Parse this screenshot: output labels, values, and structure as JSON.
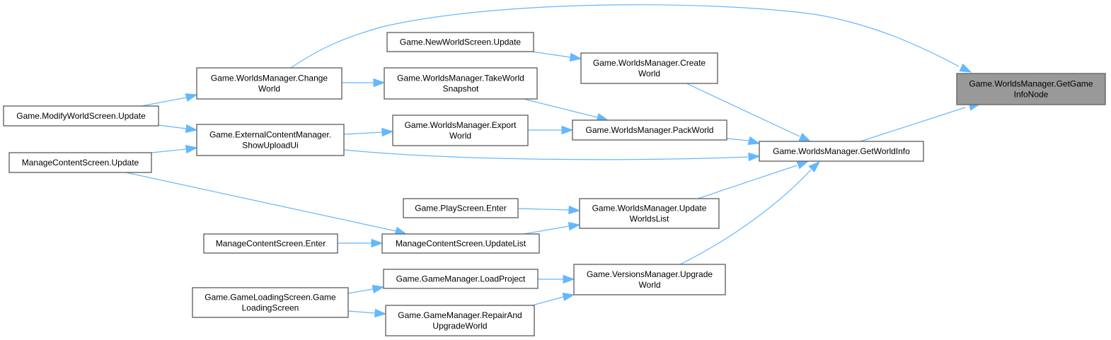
{
  "diagram": {
    "type": "call-graph",
    "title": "Game.WorldsManager.GetGameInfoNode caller graph",
    "colors": {
      "edge": "#63b8ff",
      "node_border": "#666666",
      "node_fill": "#ffffff",
      "focus_fill": "#999999"
    },
    "nodes": [
      {
        "id": "getgameinfonode",
        "lines": [
          "Game.WorldsManager.GetGame",
          "InfoNode"
        ],
        "focus": true
      },
      {
        "id": "getworldinfo",
        "lines": [
          "Game.WorldsManager.GetWorldInfo"
        ]
      },
      {
        "id": "changeworld",
        "lines": [
          "Game.WorldsManager.Change",
          "World"
        ]
      },
      {
        "id": "modifyworldscreen-update",
        "lines": [
          "Game.ModifyWorldScreen.Update"
        ]
      },
      {
        "id": "showuploadui",
        "lines": [
          "Game.ExternalContentManager.",
          "ShowUploadUi"
        ]
      },
      {
        "id": "managecontentscreen-update",
        "lines": [
          "ManageContentScreen.Update"
        ]
      },
      {
        "id": "newworldscreen-update",
        "lines": [
          "Game.NewWorldScreen.Update"
        ]
      },
      {
        "id": "createworld",
        "lines": [
          "Game.WorldsManager.Create",
          "World"
        ]
      },
      {
        "id": "takeworldsnapshot",
        "lines": [
          "Game.WorldsManager.TakeWorld",
          "Snapshot"
        ]
      },
      {
        "id": "exportworld",
        "lines": [
          "Game.WorldsManager.Export",
          "World"
        ]
      },
      {
        "id": "packworld",
        "lines": [
          "Game.WorldsManager.PackWorld"
        ]
      },
      {
        "id": "playscreen-enter",
        "lines": [
          "Game.PlayScreen.Enter"
        ]
      },
      {
        "id": "updateworldslist",
        "lines": [
          "Game.WorldsManager.Update",
          "WorldsList"
        ]
      },
      {
        "id": "managecontentscreen-enter",
        "lines": [
          "ManageContentScreen.Enter"
        ]
      },
      {
        "id": "updatelist",
        "lines": [
          "ManageContentScreen.UpdateList"
        ]
      },
      {
        "id": "loadproject",
        "lines": [
          "Game.GameManager.LoadProject"
        ]
      },
      {
        "id": "versions-upgradeworld",
        "lines": [
          "Game.VersionsManager.Upgrade",
          "World"
        ]
      },
      {
        "id": "gameloadingscreen",
        "lines": [
          "Game.GameLoadingScreen.Game",
          "LoadingScreen"
        ]
      },
      {
        "id": "repairandupgradeworld",
        "lines": [
          "Game.GameManager.RepairAnd",
          "UpgradeWorld"
        ]
      }
    ],
    "edges": [
      {
        "from": "changeworld",
        "to": "getgameinfonode"
      },
      {
        "from": "getworldinfo",
        "to": "getgameinfonode"
      },
      {
        "from": "createworld",
        "to": "getworldinfo"
      },
      {
        "from": "packworld",
        "to": "getworldinfo"
      },
      {
        "from": "showuploadui",
        "to": "getworldinfo"
      },
      {
        "from": "updateworldslist",
        "to": "getworldinfo"
      },
      {
        "from": "versions-upgradeworld",
        "to": "getworldinfo"
      },
      {
        "from": "modifyworldscreen-update",
        "to": "changeworld"
      },
      {
        "from": "modifyworldscreen-update",
        "to": "showuploadui"
      },
      {
        "from": "managecontentscreen-update",
        "to": "showuploadui"
      },
      {
        "from": "managecontentscreen-update",
        "to": "updatelist"
      },
      {
        "from": "changeworld",
        "to": "takeworldsnapshot"
      },
      {
        "from": "showuploadui",
        "to": "exportworld"
      },
      {
        "from": "newworldscreen-update",
        "to": "createworld"
      },
      {
        "from": "takeworldsnapshot",
        "to": "packworld"
      },
      {
        "from": "exportworld",
        "to": "packworld"
      },
      {
        "from": "playscreen-enter",
        "to": "updateworldslist"
      },
      {
        "from": "updatelist",
        "to": "updateworldslist"
      },
      {
        "from": "managecontentscreen-enter",
        "to": "updatelist"
      },
      {
        "from": "loadproject",
        "to": "versions-upgradeworld"
      },
      {
        "from": "repairandupgradeworld",
        "to": "versions-upgradeworld"
      },
      {
        "from": "gameloadingscreen",
        "to": "loadproject"
      },
      {
        "from": "gameloadingscreen",
        "to": "repairandupgradeworld"
      }
    ]
  }
}
